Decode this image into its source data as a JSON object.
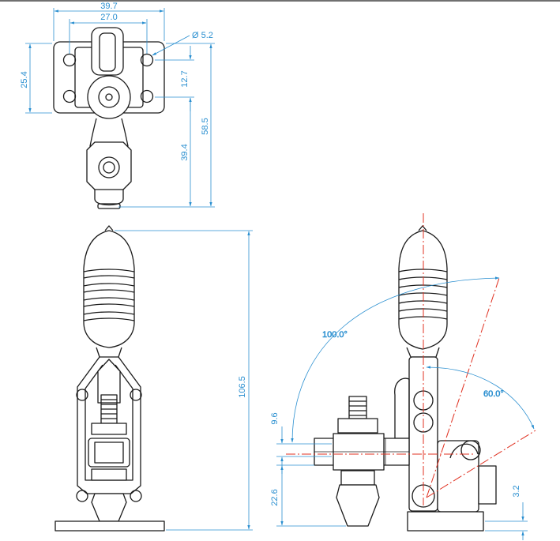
{
  "drawing": {
    "colors": {
      "outline": "#1a1a1a",
      "dimension": "#2a8fd0",
      "centerline": "#e03020",
      "background": "#ffffff"
    },
    "top_view": {
      "width_outer": "39.7",
      "width_inner": "27.0",
      "hole_diameter": "Ø 5.2",
      "base_height": "25.4",
      "half_height": "12.7",
      "total_length": "58.5",
      "spindle_length": "39.4"
    },
    "front_view": {
      "total_height": "106.5"
    },
    "side_view": {
      "open_angle": "100.0°",
      "hold_angle": "60.0°",
      "arm_height": "9.6",
      "spindle_height": "22.6",
      "base_thickness": "3.2"
    }
  }
}
